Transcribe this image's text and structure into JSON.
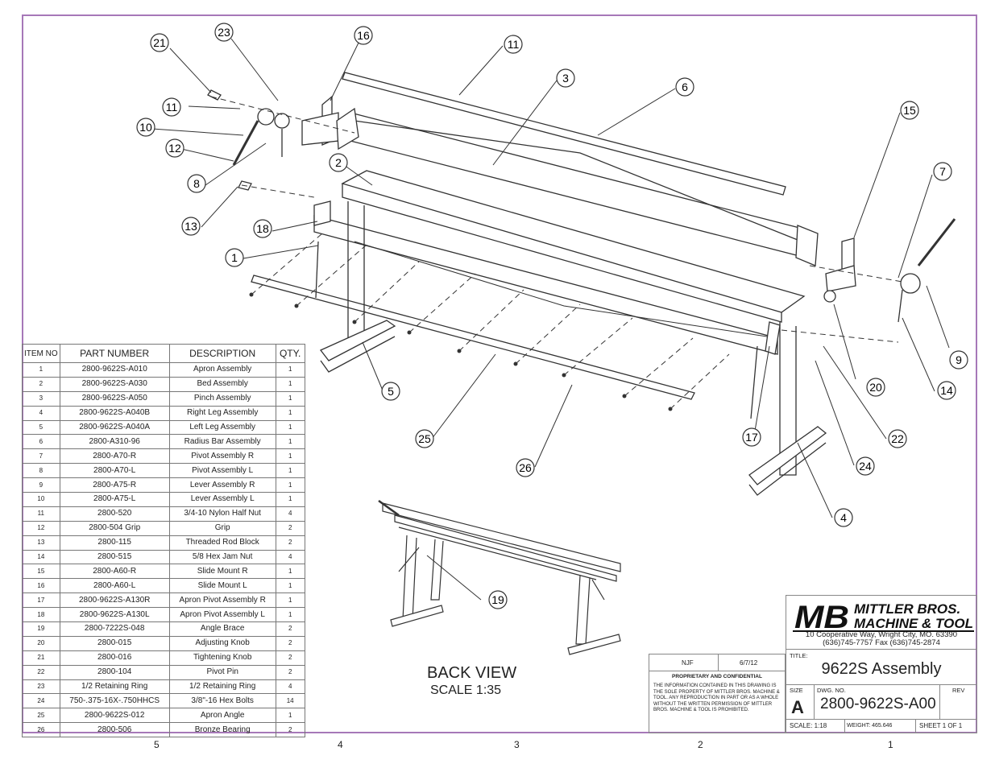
{
  "bom": {
    "headers": {
      "item": "ITEM NO",
      "part": "PART NUMBER",
      "desc": "DESCRIPTION",
      "qty": "QTY."
    },
    "rows": [
      {
        "no": "1",
        "part": "2800-9622S-A010",
        "desc": "Apron Assembly",
        "qty": "1"
      },
      {
        "no": "2",
        "part": "2800-9622S-A030",
        "desc": "Bed Assembly",
        "qty": "1"
      },
      {
        "no": "3",
        "part": "2800-9622S-A050",
        "desc": "Pinch Assembly",
        "qty": "1"
      },
      {
        "no": "4",
        "part": "2800-9622S-A040B",
        "desc": "Right Leg Assembly",
        "qty": "1"
      },
      {
        "no": "5",
        "part": "2800-9622S-A040A",
        "desc": "Left Leg Assembly",
        "qty": "1"
      },
      {
        "no": "6",
        "part": "2800-A310-96",
        "desc": "Radius Bar Assembly",
        "qty": "1"
      },
      {
        "no": "7",
        "part": "2800-A70-R",
        "desc": "Pivot Assembly R",
        "qty": "1"
      },
      {
        "no": "8",
        "part": "2800-A70-L",
        "desc": "Pivot Assembly L",
        "qty": "1"
      },
      {
        "no": "9",
        "part": "2800-A75-R",
        "desc": "Lever Assembly R",
        "qty": "1"
      },
      {
        "no": "10",
        "part": "2800-A75-L",
        "desc": "Lever Assembly L",
        "qty": "1"
      },
      {
        "no": "11",
        "part": "2800-520",
        "desc": "3/4-10 Nylon Half Nut",
        "qty": "4"
      },
      {
        "no": "12",
        "part": "2800-504 Grip",
        "desc": "Grip",
        "qty": "2"
      },
      {
        "no": "13",
        "part": "2800-115",
        "desc": "Threaded Rod Block",
        "qty": "2"
      },
      {
        "no": "14",
        "part": "2800-515",
        "desc": "5/8 Hex Jam Nut",
        "qty": "4"
      },
      {
        "no": "15",
        "part": "2800-A60-R",
        "desc": "Slide Mount R",
        "qty": "1"
      },
      {
        "no": "16",
        "part": "2800-A60-L",
        "desc": "Slide Mount L",
        "qty": "1"
      },
      {
        "no": "17",
        "part": "2800-9622S-A130R",
        "desc": "Apron Pivot Assembly R",
        "qty": "1"
      },
      {
        "no": "18",
        "part": "2800-9622S-A130L",
        "desc": "Apron Pivot Assembly L",
        "qty": "1"
      },
      {
        "no": "19",
        "part": "2800-7222S-048",
        "desc": "Angle Brace",
        "qty": "2"
      },
      {
        "no": "20",
        "part": "2800-015",
        "desc": "Adjusting Knob",
        "qty": "2"
      },
      {
        "no": "21",
        "part": "2800-016",
        "desc": "Tightening Knob",
        "qty": "2"
      },
      {
        "no": "22",
        "part": "2800-104",
        "desc": "Pivot Pin",
        "qty": "2"
      },
      {
        "no": "23",
        "part": "1/2 Retaining Ring",
        "desc": "1/2 Retaining Ring",
        "qty": "4"
      },
      {
        "no": "24",
        "part": "750-.375-16X-.750HHCS",
        "desc": "3/8\"-16 Hex Bolts",
        "qty": "14"
      },
      {
        "no": "25",
        "part": "2800-9622S-012",
        "desc": "Apron Angle",
        "qty": "1"
      },
      {
        "no": "26",
        "part": "2800-506",
        "desc": "Bronze Bearing",
        "qty": "2"
      }
    ]
  },
  "balloons": [
    "1",
    "2",
    "3",
    "4",
    "5",
    "6",
    "7",
    "8",
    "9",
    "10",
    "11",
    "11",
    "12",
    "13",
    "14",
    "15",
    "16",
    "17",
    "18",
    "19",
    "20",
    "21",
    "22",
    "23",
    "24",
    "25",
    "26"
  ],
  "back_view": {
    "title": "BACK VIEW",
    "scale": "SCALE 1:35"
  },
  "proprietary": {
    "drawn_by": "NJF",
    "date": "6/7/12",
    "title": "PROPRIETARY AND CONFIDENTIAL",
    "body": "The information contained in this drawing is the sole property of Mittler Bros. Machine & Tool. Any reproduction in part or as a whole without the written permission of Mittler Bros. Machine & Tool is prohibited."
  },
  "title_block": {
    "logo_mark": "MB",
    "company_line1": "MITTLER BROS.",
    "company_line2": "MACHINE & TOOL",
    "address": "10 Cooperative Way, Wright City, MO. 63390",
    "phone": "(636)745-7757  Fax (636)745-2874",
    "title_label": "TITLE:",
    "title": "9622S Assembly",
    "size_label": "SIZE",
    "size": "A",
    "dwg_label": "DWG.  NO.",
    "dwg_no": "2800-9622S-A00",
    "rev_label": "REV",
    "scale": "SCALE: 1:18",
    "weight": "WEIGHT: 465.646",
    "sheet": "SHEET 1 OF 1"
  },
  "zones": [
    "5",
    "4",
    "3",
    "2",
    "1"
  ],
  "colors": {
    "border": "#a678b8",
    "line": "#333333"
  }
}
